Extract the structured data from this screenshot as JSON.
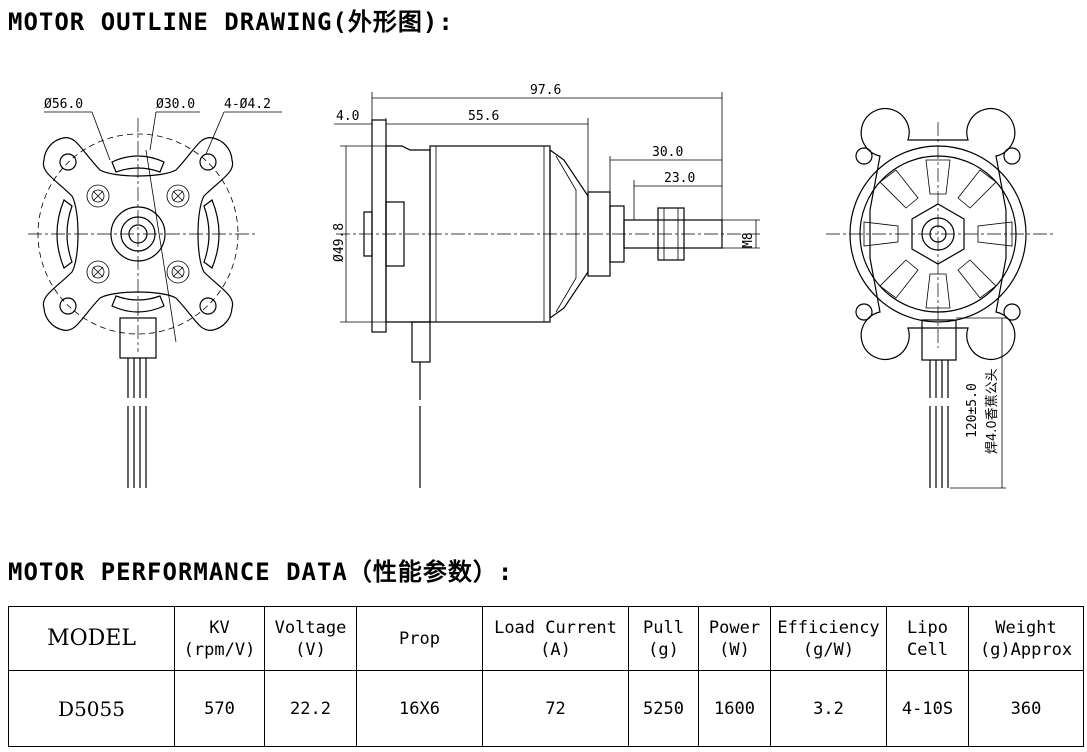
{
  "titles": {
    "outline": "MOTOR OUTLINE DRAWING(外形图):",
    "performance": "MOTOR PERFORMANCE DATA（性能参数）:"
  },
  "dimensions": {
    "outer_diameter": "Ø56.0",
    "bolt_circle": "Ø30.0",
    "holes": "4-Ø4.2",
    "total_length": "97.6",
    "body_length": "55.6",
    "flange_thickness": "4.0",
    "shaft_length": "30.0",
    "thread_length": "23.0",
    "body_diameter": "Ø49.8",
    "thread_size": "M8",
    "lead_length": "120±5.0",
    "lead_connector": "焊4.0香蕉公头"
  },
  "table": {
    "headers": [
      {
        "line1": "MODEL",
        "line2": ""
      },
      {
        "line1": "KV",
        "line2": "(rpm/V)"
      },
      {
        "line1": "Voltage",
        "line2": "(V)"
      },
      {
        "line1": "Prop",
        "line2": ""
      },
      {
        "line1": "Load Current",
        "line2": "(A)"
      },
      {
        "line1": "Pull",
        "line2": "(g)"
      },
      {
        "line1": "Power",
        "line2": "(W)"
      },
      {
        "line1": "Efficiency",
        "line2": "(g/W)"
      },
      {
        "line1": "Lipo",
        "line2": "Cell"
      },
      {
        "line1": "Weight",
        "line2": "(g)Approx"
      }
    ],
    "row": [
      "D5055",
      "570",
      "22.2",
      "16X6",
      "72",
      "5250",
      "1600",
      "3.2",
      "4-10S",
      "360"
    ]
  }
}
